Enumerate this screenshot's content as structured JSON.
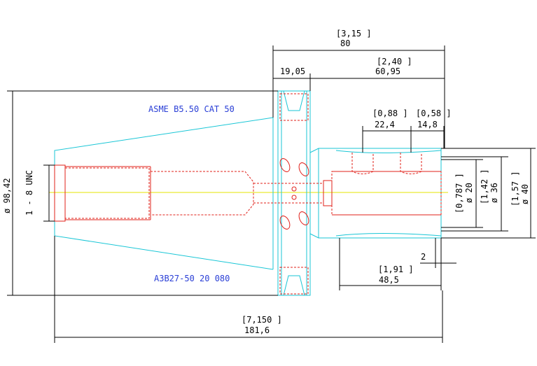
{
  "drawing": {
    "title_spec": "ASME B5.50 CAT 50",
    "part_number": "A3B27-50 20 080",
    "thread": "1 - 8 UNC",
    "colors": {
      "body": "#19c6d6",
      "hidden": "#e0201a",
      "centerline": "#e6e600",
      "text": "#2a3fd6",
      "dims": "#000000"
    }
  },
  "dims": {
    "overall_top_inch": "[3,15 ]",
    "overall_top_mm": "80",
    "flange_width": "19,05",
    "nose_inch": "[2,40 ]",
    "nose_mm": "60,95",
    "groove1_inch": "[0,88 ]",
    "groove1_mm": "22,4",
    "groove2_inch": "[0,58 ]",
    "groove2_mm": "14,8",
    "bore_inch": "[0,787 ]",
    "bore_mm": "ø 20",
    "mid_inch": "[1,42 ]",
    "mid_mm": "ø 36",
    "outer_inch": "[1,57 ]",
    "outer_mm": "ø 40",
    "flange_dia": "ø 98,42",
    "bore_depth_inch": "[1,91 ]",
    "bore_depth_mm": "48,5",
    "chamfer": "2",
    "overall_inch": "[7,150 ]",
    "overall_mm": "181,6"
  }
}
